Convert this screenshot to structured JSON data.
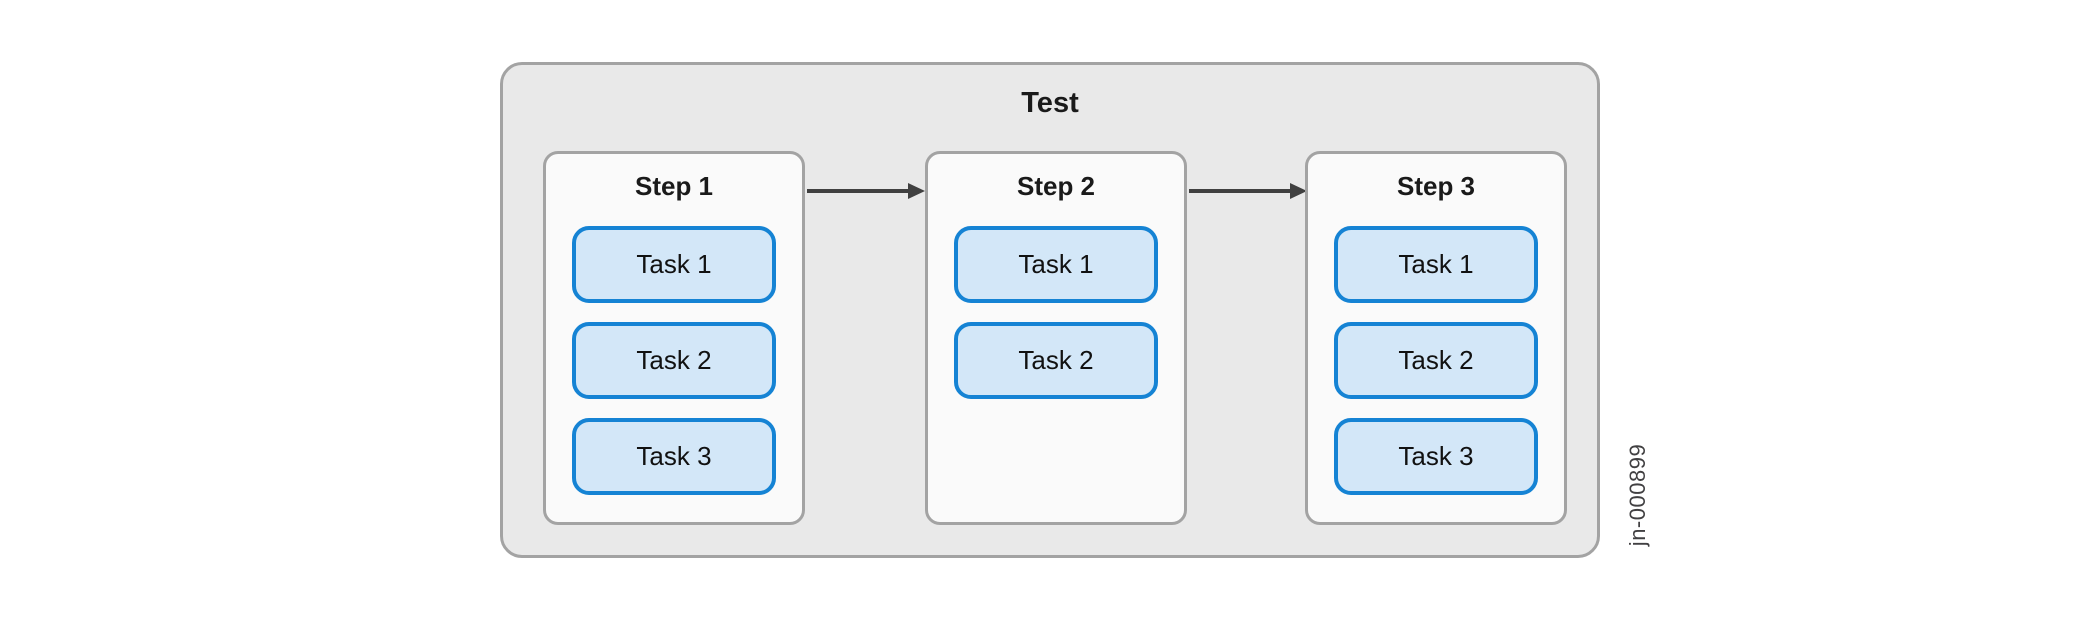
{
  "diagram": {
    "container_label": "Test",
    "figure_id": "jn-000899",
    "steps": [
      {
        "label": "Step 1",
        "tasks": [
          "Task 1",
          "Task 2",
          "Task 3"
        ]
      },
      {
        "label": "Step 2",
        "tasks": [
          "Task 1",
          "Task 2"
        ]
      },
      {
        "label": "Step 3",
        "tasks": [
          "Task 1",
          "Task 2",
          "Task 3"
        ]
      }
    ],
    "arrows": [
      {
        "from": "Step 1",
        "to": "Step 2"
      },
      {
        "from": "Step 2",
        "to": "Step 3"
      }
    ],
    "colors": {
      "container_fill": "#e9e9e9",
      "container_border": "#a3a3a3",
      "step_fill": "#fafafa",
      "step_border": "#a3a3a3",
      "task_fill": "#d3e7f8",
      "task_border": "#1583d4",
      "arrow": "#404040",
      "figure_id_text": "#414042"
    }
  }
}
